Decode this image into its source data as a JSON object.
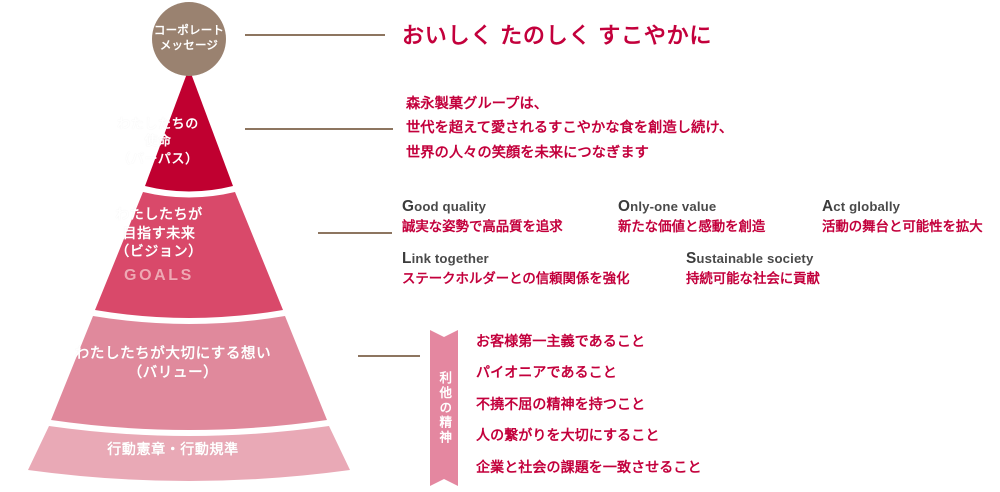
{
  "corporate_circle": {
    "line1": "コーポレート",
    "line2": "メッセージ",
    "color": "#9a8270"
  },
  "corporate_message": {
    "text": "おいしく たのしく すこやかに",
    "color": "#c3003c"
  },
  "pyramid": {
    "tiers": [
      {
        "id": "mission",
        "label_line1": "わたしたちの",
        "label_line2": "使命",
        "label_line3": "（パーパス）",
        "color": "#c00030"
      },
      {
        "id": "vision",
        "label_line1": "わたしたちが",
        "label_line2": "目指す未来",
        "label_line3": "（ビジョン）",
        "goals_word": "GOALS",
        "color": "#d9496a"
      },
      {
        "id": "value",
        "label_line1": "わたしたちが大切にする想い",
        "label_line2": "（バリュー）",
        "color": "#e0899c"
      },
      {
        "id": "charter",
        "label_line1": "行動憲章・行動規準",
        "color": "#e9a9b6"
      }
    ]
  },
  "mission_statement": {
    "line1": "森永製菓グループは、",
    "line2": "世代を超えて愛されるすこやかな食を創造し続け、",
    "line3": "世界の人々の笑顔を未来につなぎます"
  },
  "goals": [
    {
      "cap": "G",
      "rest": "ood quality",
      "ja": "誠実な姿勢で高品質を追求"
    },
    {
      "cap": "O",
      "rest": "nly-one value",
      "ja": "新たな価値と感動を創造"
    },
    {
      "cap": "A",
      "rest": "ct globally",
      "ja": "活動の舞台と可能性を拡大"
    },
    {
      "cap": "L",
      "rest": "ink together",
      "ja": "ステークホルダーとの信頼関係を強化"
    },
    {
      "cap": "S",
      "rest": "ustainable society",
      "ja": "持続可能な社会に貢献"
    }
  ],
  "values": {
    "ribbon_label": "利他の精神",
    "items": [
      "お客様第一主義であること",
      "パイオニアであること",
      "不撓不屈の精神を持つこと",
      "人の繋がりを大切にすること",
      "企業と社会の課題を一致させること"
    ]
  }
}
